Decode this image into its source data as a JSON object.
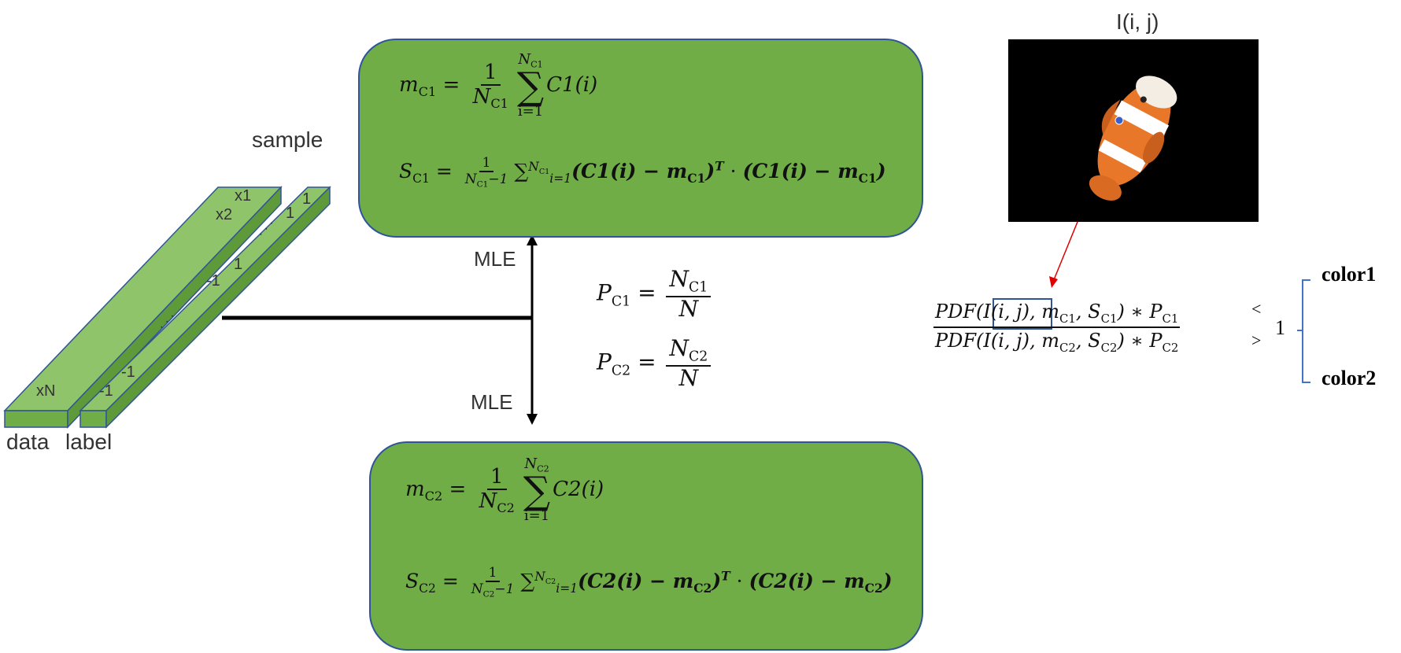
{
  "labels": {
    "sample": "sample",
    "data": "data",
    "label": "label",
    "mle_top": "MLE",
    "mle_bottom": "MLE",
    "pixel": "I(i, j)",
    "color1": "color1",
    "color2": "color2",
    "one": "1",
    "less_than": "<",
    "greater_than": ">"
  },
  "data_bar": {
    "x1": "x1",
    "x2": "x2",
    "xN": "xN"
  },
  "label_bar": {
    "top": [
      "1",
      "1",
      "1"
    ],
    "mid": "-1",
    "bottom": [
      "-1",
      "-1"
    ],
    "dots": "· · ·"
  },
  "formulas": {
    "mean_c1_lhs": "m",
    "mean_c1_sub": "C1",
    "mean_c1_term": "C1(i)",
    "n_c1": "N",
    "n_c1_sub": "C1",
    "sum_lower_c1": "i=1",
    "cov_c1_lhs": "S",
    "cov_c1_body": "(C1(i) − m",
    "cov_c1_tail": "(C1(i) − m",
    "mean_c2_term": "C2(i)",
    "cov_c2_body": "(C2(i) − m",
    "prior_c1": "P",
    "prior_c2": "P",
    "ratio_num": "PDF(I(i, j), m",
    "ratio_den": "PDF(I(i, j), m"
  },
  "colors": {
    "box_fill": "#70ad47",
    "box_border": "#2f5597",
    "bar_front": "#70ad47",
    "bar_top": "#8fc46a",
    "arrow_red": "#e00000",
    "bracket_blue": "#4472c4"
  }
}
